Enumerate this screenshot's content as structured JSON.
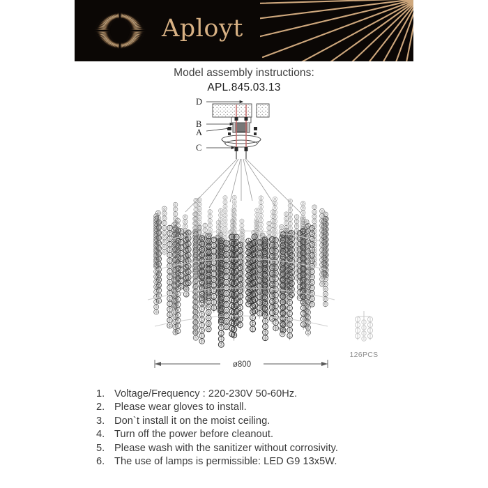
{
  "brand": {
    "wordmark": "Aployt",
    "logo_icon": "sunburst-eclipse-icon",
    "banner_bg": "#0b0705",
    "accent_gold": "#d8b184"
  },
  "title": {
    "heading": "Model assembly instructions:",
    "model_number": "APL.845.03.13"
  },
  "diagram": {
    "name": "chandelier-assembly-diagram",
    "callouts": [
      {
        "id": "D",
        "label": "D"
      },
      {
        "id": "B",
        "label": "B"
      },
      {
        "id": "A",
        "label": "A"
      },
      {
        "id": "C",
        "label": "C"
      }
    ],
    "dimension": {
      "label": "ø800",
      "value": 800,
      "unit": "mm",
      "axis": "diameter"
    },
    "part_callout": {
      "label": "126PCS",
      "count": 126,
      "icon": "crystal-strand-icon"
    }
  },
  "instructions": {
    "items": [
      {
        "num": "1.",
        "text": "Voltage/Frequency : 220-230V 50-60Hz."
      },
      {
        "num": "2.",
        "text": "Please wear gloves to install."
      },
      {
        "num": "3.",
        "text": "Don`t install it on the moist ceiling."
      },
      {
        "num": "4.",
        "text": "Turn off the power before cleanout."
      },
      {
        "num": "5.",
        "text": "Please wash with the sanitizer without corrosivity."
      },
      {
        "num": "6.",
        "text": "The use of lamps is permissible: LED G9 13x5W."
      }
    ]
  }
}
